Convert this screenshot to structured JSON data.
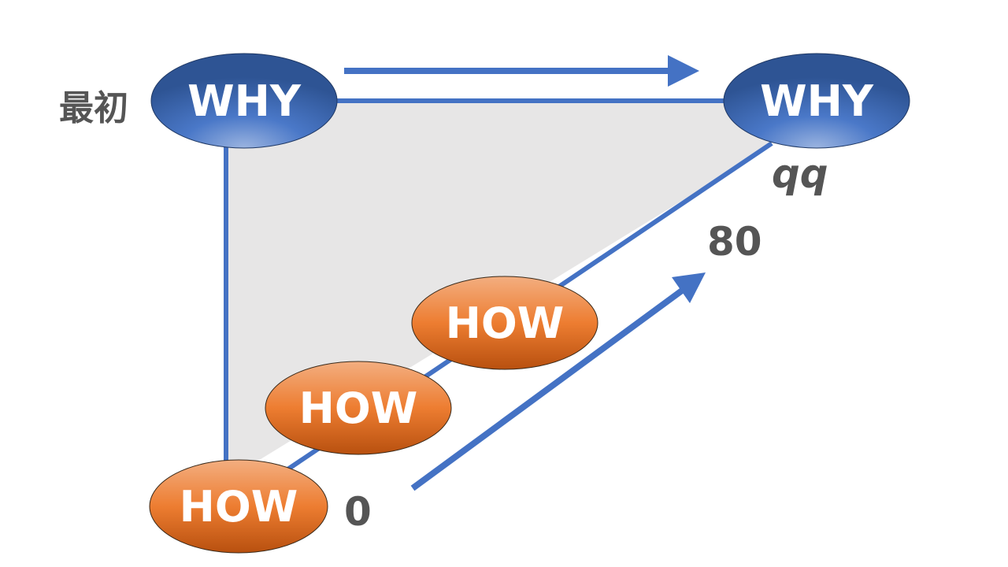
{
  "colors": {
    "line": "#4472C4",
    "area_fill": "#E7E6E6",
    "why_fill_dark": "#2F5597",
    "why_fill_light": "#8FAADC",
    "how_fill_top": "#F4B183",
    "how_fill_mid": "#ED7D31",
    "how_fill_bottom": "#C55A11",
    "label_text": "#555555"
  },
  "labels": {
    "start": "最初",
    "value_zero": "0",
    "value_eighty": "80",
    "value_end": "qq"
  },
  "nodes": {
    "why_start": "WHY",
    "why_end": "WHY",
    "how_1": "HOW",
    "how_2": "HOW",
    "how_3": "HOW"
  },
  "arrows": {
    "top": "arrow-right",
    "diagonal": "arrow-up-right"
  }
}
